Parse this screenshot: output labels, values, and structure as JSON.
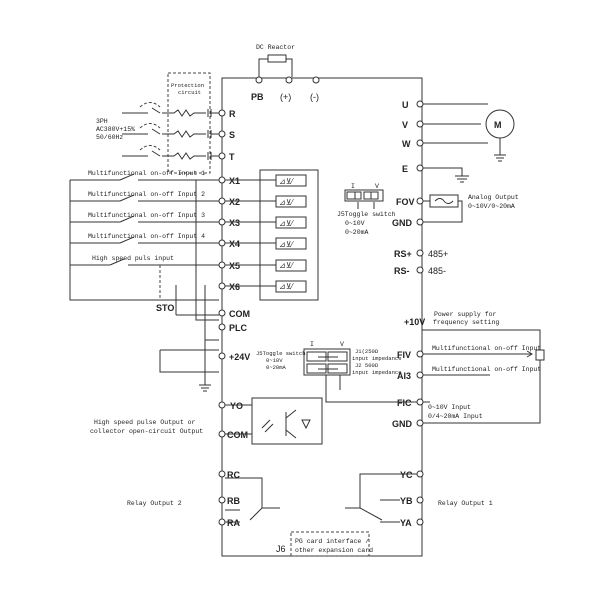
{
  "reactor": {
    "title": "DC Reactor",
    "pb": "PB",
    "plus": "(+)",
    "minus": "(-)"
  },
  "protection": {
    "line1": "Protection",
    "line2": "circuit"
  },
  "supply": {
    "line1": "3PH",
    "line2": "AC380V+15%",
    "line3": "50/60Hz"
  },
  "power_inputs": [
    "R",
    "S",
    "T"
  ],
  "outputs": {
    "u": "U",
    "v": "V",
    "w": "W",
    "e": "E",
    "motor": "M"
  },
  "inputs": {
    "x1": "X1",
    "x2": "X2",
    "x3": "X3",
    "x4": "X4",
    "x5": "X5",
    "x6": "X6",
    "in1": "Multifunctional on-off Input 1",
    "in2": "Multifunctional on-off Input 2",
    "in3": "Multifunctional on-off Input 3",
    "in4": "Multifunctional on-off Input 4",
    "hs": "High speed puls input",
    "sto": "STO",
    "com": "COM",
    "plc": "PLC",
    "p24": "+24V"
  },
  "j5": {
    "i": "I",
    "v": "V",
    "title": "J5Toggle switch",
    "r1": "0~10V",
    "r2": "0~20mA"
  },
  "fov": {
    "fov": "FOV",
    "gnd": "GND",
    "ao1": "Analog Output",
    "ao2": "0~10V/0~20mA"
  },
  "rs": {
    "rsp": "RS+",
    "rsm": "RS-",
    "p485": "485+",
    "m485": "485-"
  },
  "ref": {
    "v10": "+10V",
    "ps1": "Power supply for",
    "ps2": "frequency setting",
    "fiv": "FIV",
    "ai3": "AI3",
    "fic": "FIC",
    "gnd": "GND",
    "fiv_txt": "Multifunctional on-off Input",
    "ai3_txt": "Multifunctional on-off Input",
    "fic_t1": "0~10V Input",
    "fic_t2": "0/4~20mA Input"
  },
  "j2": {
    "sw": "J5Toggle switch",
    "r1": "0~10V",
    "r2": "0~20mA",
    "i": "I",
    "v": "V",
    "imp1": "J1(250Ω",
    "imp2": "input impedance",
    "imp3": "J2  500Ω",
    "imp4": "input impedance"
  },
  "yo": {
    "yo": "YO",
    "com": "COM",
    "t1": "High speed pulse Output or",
    "t2": "collector open-circuit Output"
  },
  "relay2": {
    "rc": "RC",
    "rb": "RB",
    "ra": "RA",
    "label": "Relay Output 2"
  },
  "relay1": {
    "yc": "YC",
    "yb": "YB",
    "ya": "YA",
    "label": "Relay Output 1"
  },
  "j6": {
    "j6": "J6",
    "t1": "PG card interface /",
    "t2": "other expansion card"
  }
}
